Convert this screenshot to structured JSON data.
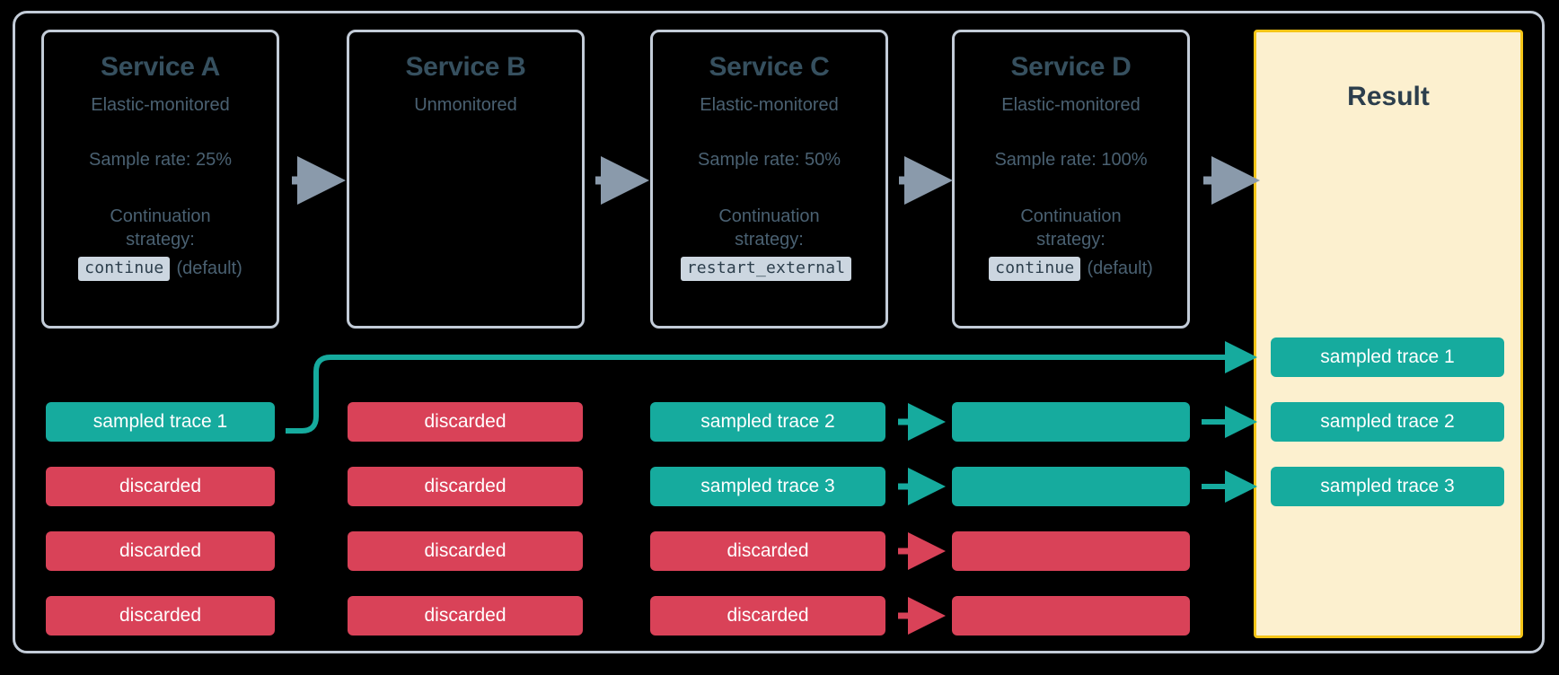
{
  "colors": {
    "frame_border": "#c3ccd8",
    "service_border": "#c3ccd8",
    "service_title": "#36505f",
    "service_text": "#4a6172",
    "result_fill": "#fcf0cf",
    "result_border": "#f5c518",
    "sampled": "#16ab9e",
    "discarded": "#d94258",
    "grey_arrow": "#8a9aab",
    "background": "#000000",
    "chip_code_bg": "#ccd6e0"
  },
  "services": [
    {
      "name": "Service A",
      "monitoring": "Elastic-monitored",
      "sample_rate": "Sample rate: 25%",
      "strategy_label": "Continuation strategy:",
      "strategy_value": "continue",
      "strategy_note": "(default)",
      "has_details": true
    },
    {
      "name": "Service B",
      "monitoring": "Unmonitored",
      "sample_rate": "",
      "strategy_label": "",
      "strategy_value": "",
      "strategy_note": "",
      "has_details": false
    },
    {
      "name": "Service C",
      "monitoring": "Elastic-monitored",
      "sample_rate": "Sample rate: 50%",
      "strategy_label": "Continuation strategy:",
      "strategy_value": "restart_external",
      "strategy_note": "",
      "has_details": true
    },
    {
      "name": "Service D",
      "monitoring": "Elastic-monitored",
      "sample_rate": "Sample rate: 100%",
      "strategy_label": "Continuation strategy:",
      "strategy_value": "continue",
      "strategy_note": "(default)",
      "has_details": true
    }
  ],
  "result": {
    "title": "Result",
    "items": [
      {
        "label": "sampled trace 1",
        "state": "sampled"
      },
      {
        "label": "sampled trace 2",
        "state": "sampled"
      },
      {
        "label": "sampled trace 3",
        "state": "sampled"
      }
    ]
  },
  "trace_columns": [
    {
      "service": "Service A",
      "rows": [
        {
          "label": "sampled trace 1",
          "state": "sampled"
        },
        {
          "label": "discarded",
          "state": "discarded"
        },
        {
          "label": "discarded",
          "state": "discarded"
        },
        {
          "label": "discarded",
          "state": "discarded"
        }
      ]
    },
    {
      "service": "Service B",
      "rows": [
        {
          "label": "discarded",
          "state": "discarded"
        },
        {
          "label": "discarded",
          "state": "discarded"
        },
        {
          "label": "discarded",
          "state": "discarded"
        },
        {
          "label": "discarded",
          "state": "discarded"
        }
      ]
    },
    {
      "service": "Service C",
      "rows": [
        {
          "label": "sampled trace 2",
          "state": "sampled"
        },
        {
          "label": "sampled trace 3",
          "state": "sampled"
        },
        {
          "label": "discarded",
          "state": "discarded"
        },
        {
          "label": "discarded",
          "state": "discarded"
        }
      ]
    },
    {
      "service": "Service D",
      "rows": [
        {
          "label": "",
          "state": "sampled"
        },
        {
          "label": "",
          "state": "sampled"
        },
        {
          "label": "",
          "state": "discarded"
        },
        {
          "label": "",
          "state": "discarded"
        }
      ]
    }
  ]
}
